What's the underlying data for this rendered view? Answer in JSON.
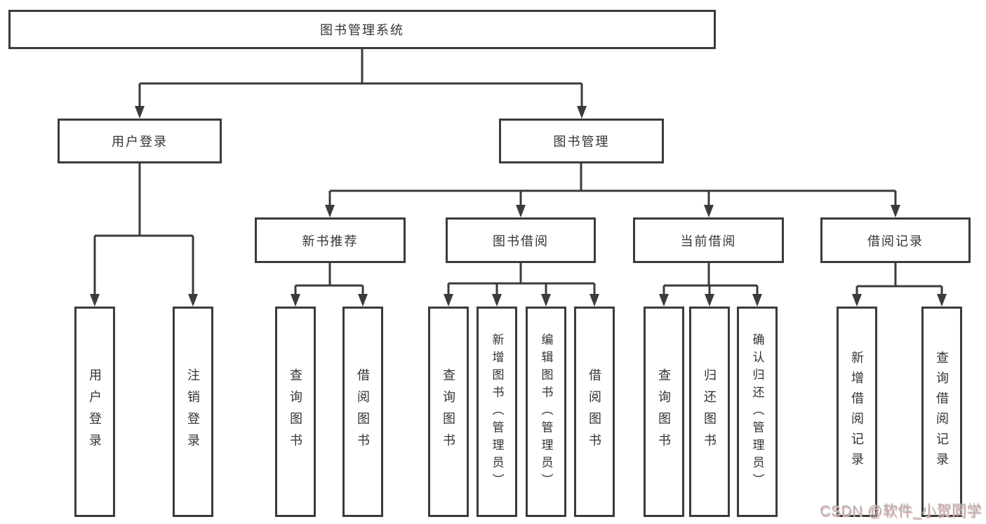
{
  "nodes": {
    "root": {
      "label": "图书管理系统"
    },
    "user_login": {
      "label": "用户登录"
    },
    "book_mgmt": {
      "label": "图书管理"
    },
    "new_book_rec": {
      "label": "新书推荐"
    },
    "book_borrow": {
      "label": "图书借阅"
    },
    "current_borrow": {
      "label": "当前借阅"
    },
    "borrow_record": {
      "label": "借阅记录"
    },
    "leaf_user_login": {
      "label": "用户登录"
    },
    "leaf_logout": {
      "label": "注销登录"
    },
    "leaf_query_book_rec": {
      "label": "查询图书"
    },
    "leaf_borrow_book_rec": {
      "label": "借阅图书"
    },
    "leaf_query_book_bor": {
      "label": "查询图书"
    },
    "leaf_add_book": {
      "label": "新增图书（管理员）"
    },
    "leaf_edit_book": {
      "label": "编辑图书（管理员）"
    },
    "leaf_borrow_book_bor": {
      "label": "借阅图书"
    },
    "leaf_query_book_cur": {
      "label": "查询图书"
    },
    "leaf_return_book": {
      "label": "归还图书"
    },
    "leaf_confirm_return": {
      "label": "确认归还（管理员）"
    },
    "leaf_add_record": {
      "label": "新增借阅记录"
    },
    "leaf_query_record": {
      "label": "查询借阅记录"
    }
  },
  "watermark": {
    "text": "CSDN @软件_小贺同学"
  },
  "colors": {
    "line": "#3b3b3b",
    "node_text": "#333333",
    "watermark_text": "#b5b5b5",
    "watermark_shadow": "#deaaa8",
    "background": "#ffffff"
  }
}
